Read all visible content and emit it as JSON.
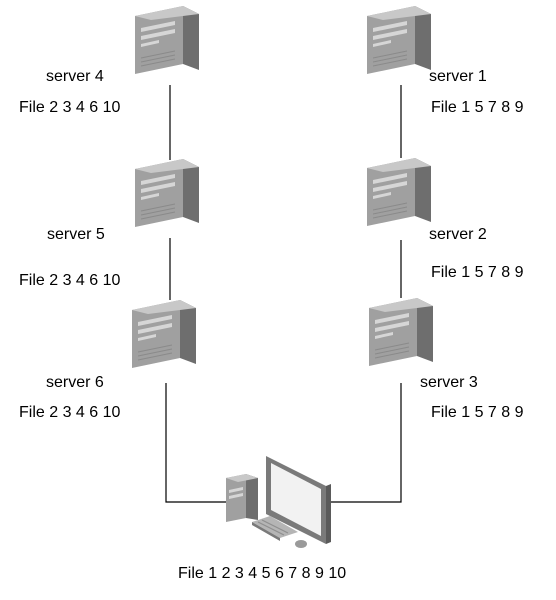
{
  "nodes": {
    "server_4": {
      "name": "server 4",
      "files": "File 2 3 4 6 10"
    },
    "server_5": {
      "name": "server 5",
      "files": "File 2 3 4 6 10"
    },
    "server_6": {
      "name": "server 6",
      "files": "File 2 3 4 6 10"
    },
    "server_1": {
      "name": "server 1",
      "files": "File 1 5 7 8 9"
    },
    "server_2": {
      "name": "server 2",
      "files": "File 1 5 7 8 9"
    },
    "server_3": {
      "name": "server 3",
      "files": "File 1 5 7 8 9"
    },
    "client": {
      "files": "File 1 2 3 4 5 6 7 8 9 10"
    }
  },
  "icons": {
    "server": "server-tower-icon",
    "client": "desktop-computer-icon"
  },
  "colors": {
    "server_body": "#9a9a9a",
    "server_side": "#6f6f6f",
    "server_top": "#c4c4c4",
    "line": "#000000",
    "screen": "#f2f2f2"
  }
}
